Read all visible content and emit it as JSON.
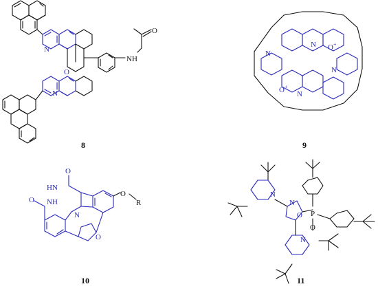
{
  "compounds": [
    {
      "label": "8",
      "atoms": [
        "N",
        "N",
        "O",
        "NH",
        "O"
      ]
    },
    {
      "label": "9",
      "atoms": [
        "N",
        "N",
        "N",
        "N",
        "O",
        "+",
        "O",
        "+"
      ]
    },
    {
      "label": "10",
      "atoms": [
        "O",
        "HN",
        "NH",
        "O",
        "N",
        "O",
        "O",
        "R"
      ]
    },
    {
      "label": "11",
      "atoms": [
        "N",
        "N",
        "N",
        "O",
        "P",
        "O"
      ]
    }
  ],
  "colors": {
    "bond": "#111111",
    "highlight": "#2b2bbd"
  }
}
